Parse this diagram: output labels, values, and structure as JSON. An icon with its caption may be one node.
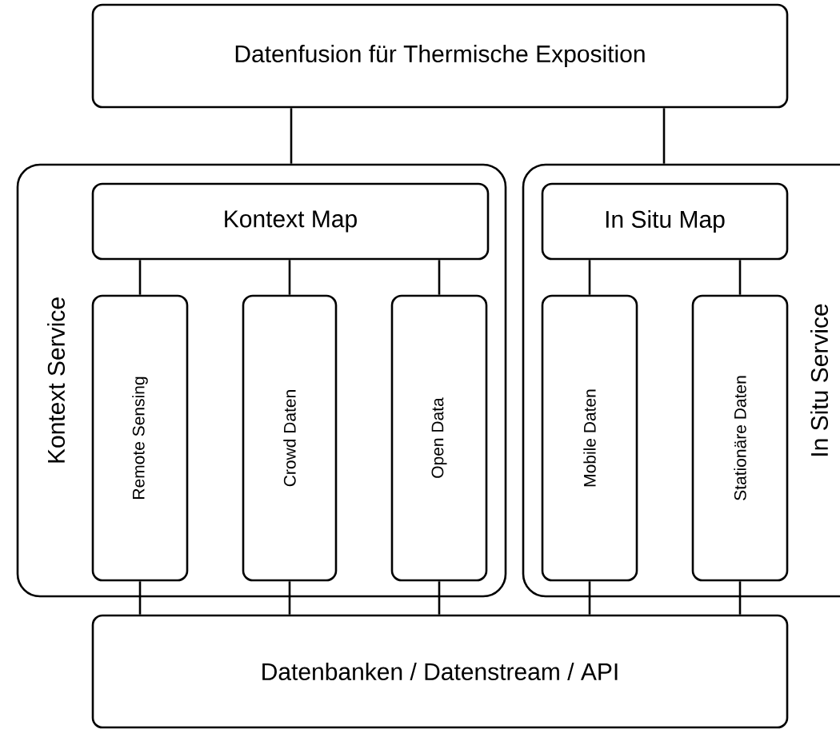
{
  "diagram": {
    "nodes": [
      {
        "text": [
          "Datenfusion für Thermische Exposition"
        ]
      },
      {
        "text": [
          "Kontext Service"
        ]
      },
      {
        "text": [
          "Kontext Map"
        ],
        "in": 1
      },
      {
        "text": [
          "Remote Sensing"
        ],
        "in": 1
      },
      {
        "text": [
          "Crowd Daten"
        ],
        "in": 1
      },
      {
        "text": [
          "Open Data"
        ],
        "in": 1
      },
      {
        "text": [
          "In Situ Service"
        ]
      },
      {
        "text": [
          "In Situ Map"
        ],
        "in": 6
      },
      {
        "text": [
          "Mobile Daten"
        ],
        "in": 6
      },
      {
        "text": [
          "Stationäre Daten"
        ],
        "in": 6
      },
      {
        "text": [
          "Datenbanken / Datenstream / API"
        ]
      }
    ],
    "edges": [
      {
        "from": 0,
        "to": 1,
        "arrow": "none"
      },
      {
        "from": 0,
        "to": 6,
        "arrow": "none"
      },
      {
        "from": 2,
        "to": 3,
        "arrow": "none"
      },
      {
        "from": 2,
        "to": 4,
        "arrow": "none"
      },
      {
        "from": 2,
        "to": 5,
        "arrow": "none"
      },
      {
        "from": 7,
        "to": 8,
        "arrow": "none"
      },
      {
        "from": 7,
        "to": 9,
        "arrow": "none"
      },
      {
        "from": 3,
        "to": 10,
        "arrow": "none"
      },
      {
        "from": 4,
        "to": 10,
        "arrow": "none"
      },
      {
        "from": 5,
        "to": 10,
        "arrow": "none"
      },
      {
        "from": 8,
        "to": 10,
        "arrow": "none"
      },
      {
        "from": 9,
        "to": 10,
        "arrow": "none"
      }
    ]
  }
}
